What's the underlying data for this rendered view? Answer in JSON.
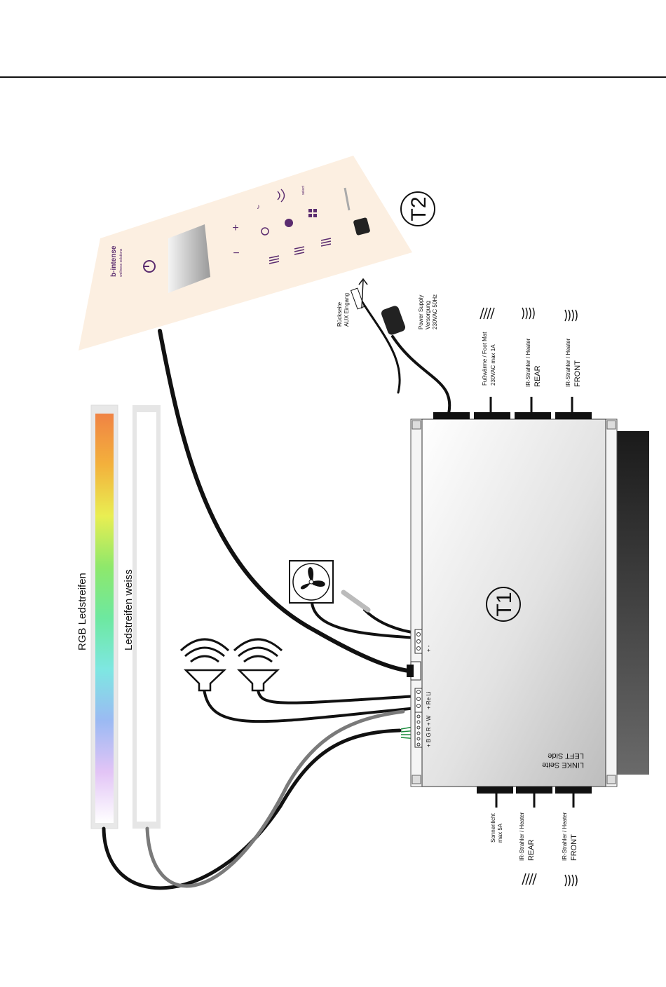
{
  "panel_T2": {
    "id": "T2",
    "brand": "b-intense",
    "brand_sub": "wellness solutions",
    "keys": {
      "minus": "−",
      "plus": "+",
      "select": "select"
    }
  },
  "controller_T1": {
    "id": "T1",
    "side_label_de": "LINKE Seite",
    "side_label_en": "LEFT Side",
    "terminal_rgbw": "+ B G R + W",
    "terminal_audio": "+ Re Li",
    "terminal_fan": "+ -"
  },
  "top_connectors": {
    "aux": {
      "line1": "Rückseite",
      "line2": "AUX  Eingang"
    },
    "power": {
      "line1": "Power Supply",
      "line2": "Versorgung",
      "line3": "230VAC 50Hz"
    },
    "foot_mat": {
      "line1": "Fußwärme / Foot Mat",
      "line2": "230VAC max 1A"
    },
    "ir_rear": {
      "line1": "IR-Strahler / Heater",
      "line2": "REAR"
    },
    "ir_front": {
      "line1": "IR-Strahler / Heater",
      "line2": "FRONT"
    }
  },
  "bottom_connectors": {
    "sun": {
      "line1": "Sonnenlicht",
      "line2": "max 5A"
    },
    "ir_rear": {
      "line1": "IR-Strahler / Heater",
      "line2": "REAR"
    },
    "ir_front": {
      "line1": "IR-Strahler / Heater",
      "line2": "FRONT"
    }
  },
  "led_strips": {
    "rgb_label": "RGB Ledstreifen",
    "white_label": "Ledstreifen weiss",
    "rgb_gradient": [
      "#f08344",
      "#f3b13c",
      "#e9ee52",
      "#8ee86b",
      "#6de8a0",
      "#7ee7e2",
      "#9bbaf3",
      "#e2c4f6",
      "#ffffff"
    ]
  },
  "colors": {
    "panel_bg": "#fcefe1",
    "accent_purple": "#5b2c6f",
    "cable_gray": "#7a7a7a",
    "heatsink_dark": "#2a2a2a"
  }
}
